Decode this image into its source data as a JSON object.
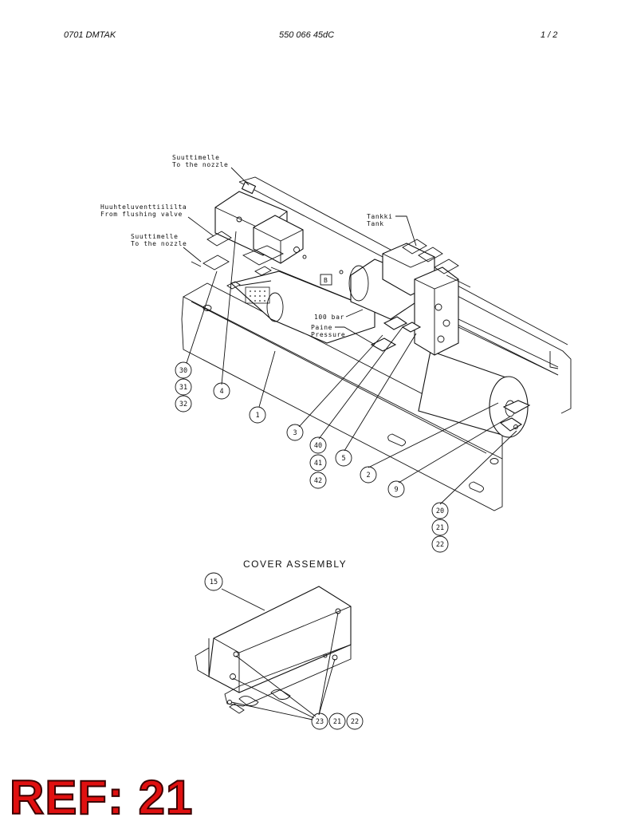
{
  "header": {
    "left": "0701 DMTAK",
    "center": "550 066 45dC",
    "right": "1 /  2"
  },
  "labels": {
    "nozzle_top_fi": "Suuttimelle",
    "nozzle_top_en": "To the nozzle",
    "flush_fi": "Huuhteluventtiililta",
    "flush_en": "From flushing valve",
    "nozzle_mid_fi": "Suuttimelle",
    "nozzle_mid_en": "To the nozzle",
    "tank_fi": "Tankki",
    "tank_en": "Tank",
    "bar": "100 bar",
    "pressure_fi": "Paine",
    "pressure_en": "Pressure",
    "box_b": "B",
    "cover_assembly": "COVER ASSEMBLY"
  },
  "bubbles": [
    "30",
    "31",
    "32",
    "4",
    "1",
    "3",
    "40",
    "41",
    "42",
    "5",
    "2",
    "9",
    "20",
    "21",
    "22",
    "15",
    "23",
    "21",
    "22"
  ],
  "ref": "REF: 21"
}
